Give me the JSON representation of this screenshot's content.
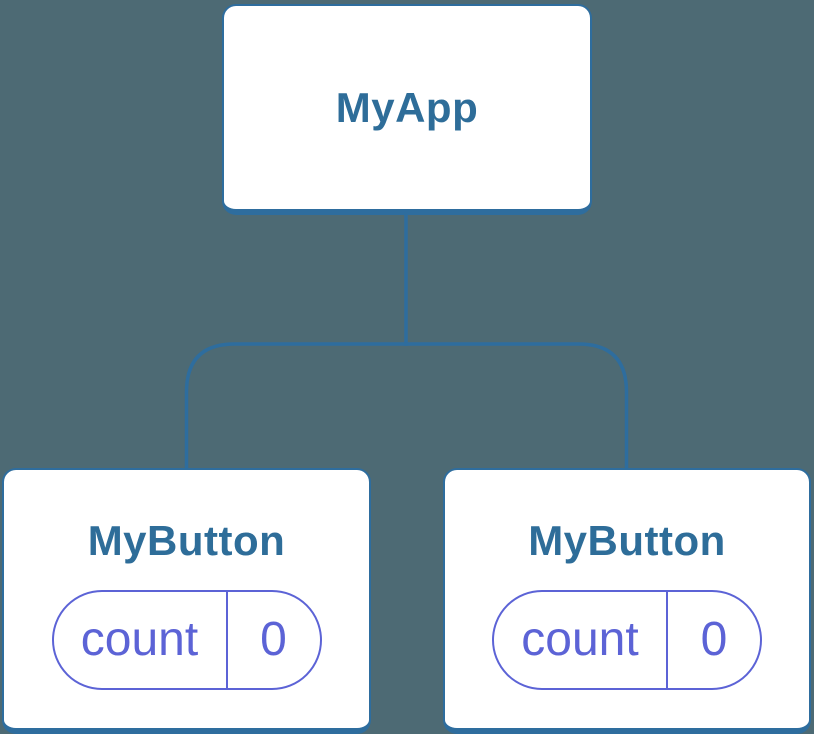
{
  "colors": {
    "background": "#4D6A74",
    "component_border": "#2E6D9E",
    "component_label": "#2E6D99",
    "connector": "#2E6D9E",
    "state_accent": "#5C63D6",
    "box_fill": "#FFFFFF"
  },
  "tree": {
    "root": {
      "label": "MyApp"
    },
    "children": [
      {
        "label": "MyButton",
        "state": {
          "name": "count",
          "value": "0"
        }
      },
      {
        "label": "MyButton",
        "state": {
          "name": "count",
          "value": "0"
        }
      }
    ]
  }
}
